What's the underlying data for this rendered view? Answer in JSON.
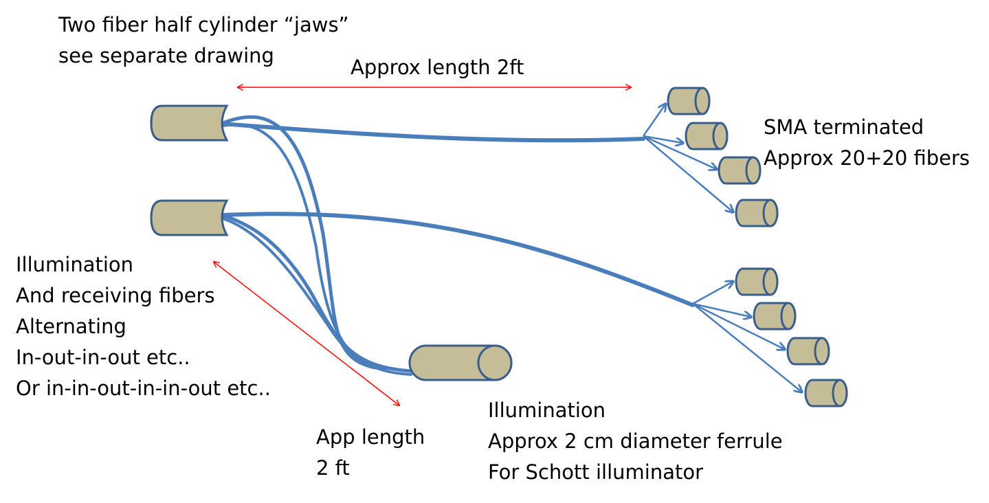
{
  "labels": {
    "jaws": [
      "Two fiber half cylinder “jaws”",
      "see separate drawing"
    ],
    "length_top": "Approx length 2ft",
    "sma": [
      "SMA terminated",
      "Approx 20+20 fibers"
    ],
    "illum_receive": [
      "Illumination",
      "And receiving fibers",
      "Alternating",
      "In-out-in-out etc..",
      "Or in-in-out-in-in-out etc.."
    ],
    "app_length": [
      "App length",
      "2 ft"
    ],
    "ferrule": [
      "Illumination",
      "Approx 2 cm diameter ferrule",
      "For Schott illuminator"
    ]
  },
  "colors": {
    "fiber": "#4a7ebb",
    "cylinder_fill": "#c4bd97",
    "cylinder_stroke": "#385d8a",
    "dimension_arrow": "#ff0000",
    "text": "#000000"
  }
}
